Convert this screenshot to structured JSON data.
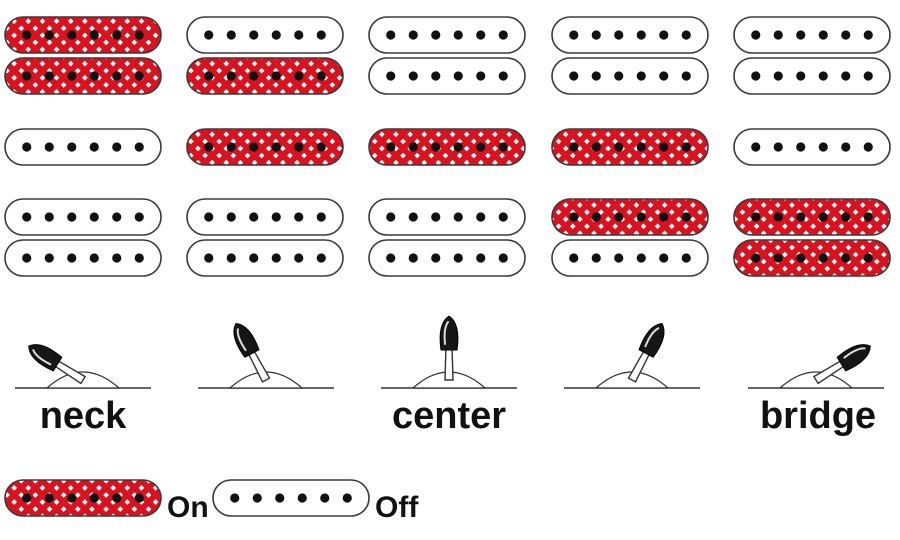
{
  "colors": {
    "on_fill": "#d9121f",
    "off_fill": "#ffffff",
    "outline": "#3a3a3a",
    "pole": "#111111",
    "line": "#333333"
  },
  "pickups": {
    "columns": [
      {
        "neck": [
          true,
          true
        ],
        "middle": [
          false
        ],
        "bridge": [
          false,
          false
        ]
      },
      {
        "neck": [
          false,
          true
        ],
        "middle": [
          true
        ],
        "bridge": [
          false,
          false
        ]
      },
      {
        "neck": [
          false,
          false
        ],
        "middle": [
          true
        ],
        "bridge": [
          false,
          false
        ]
      },
      {
        "neck": [
          false,
          false
        ],
        "middle": [
          true
        ],
        "bridge": [
          true,
          false
        ]
      },
      {
        "neck": [
          false,
          false
        ],
        "middle": [
          false
        ],
        "bridge": [
          true,
          true
        ]
      }
    ]
  },
  "selector": {
    "positions": [
      {
        "name": "neck",
        "label": "neck"
      },
      {
        "name": "position-2",
        "label": ""
      },
      {
        "name": "center",
        "label": "center"
      },
      {
        "name": "position-4",
        "label": ""
      },
      {
        "name": "bridge",
        "label": "bridge"
      }
    ]
  },
  "legend": {
    "on_label": "On",
    "off_label": "Off"
  }
}
